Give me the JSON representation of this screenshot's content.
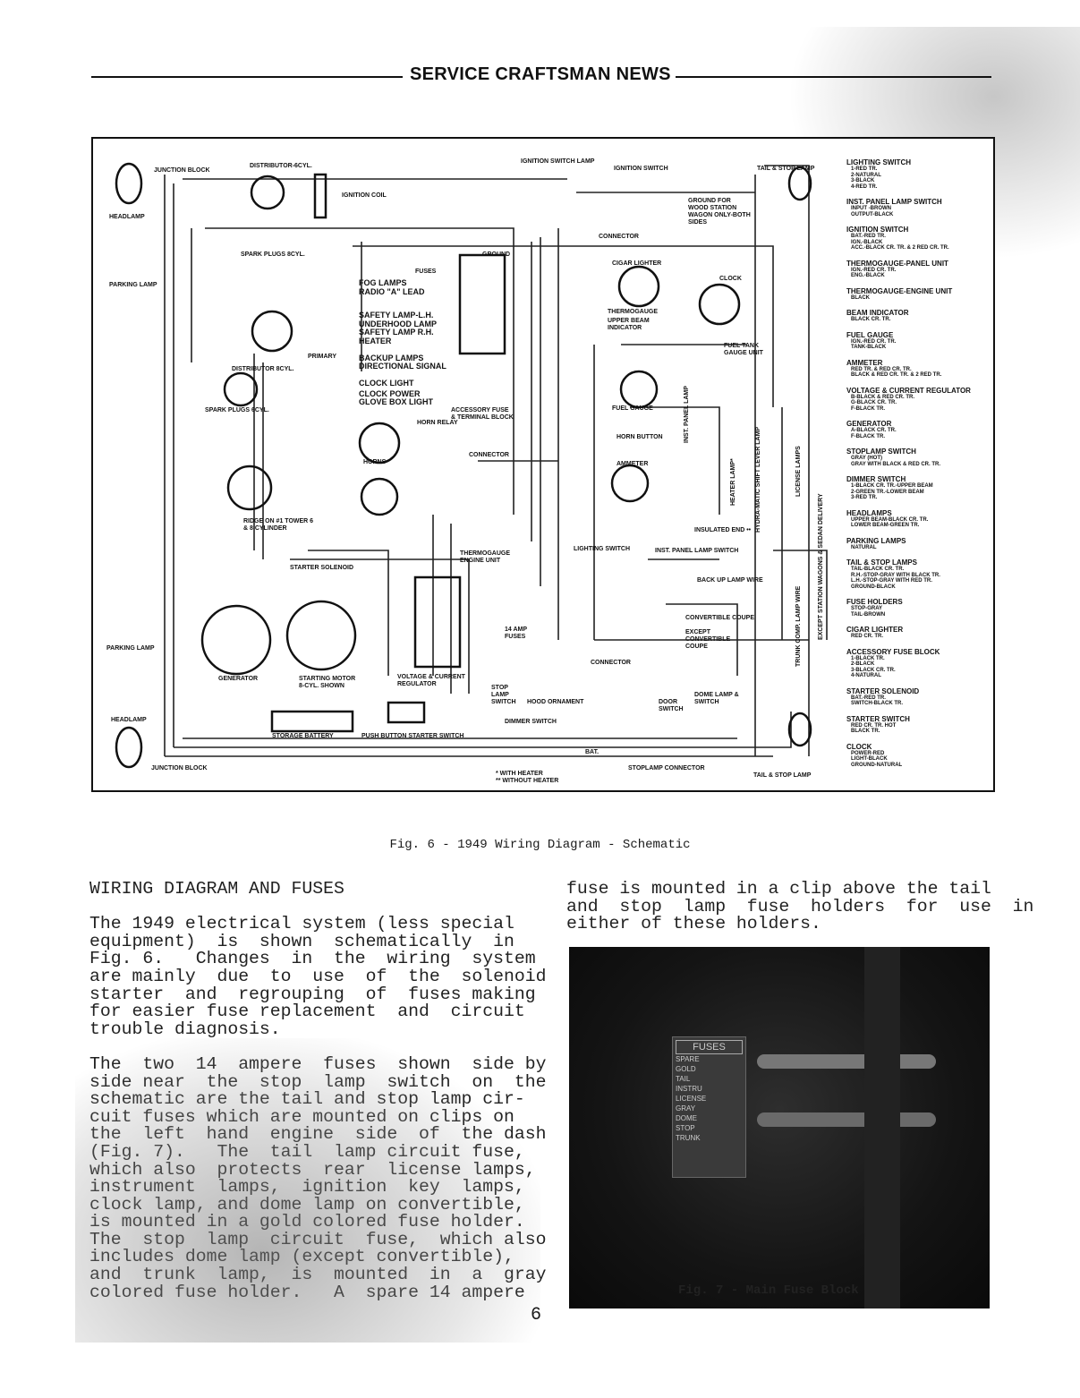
{
  "header": {
    "title": "SERVICE CRAFTSMAN NEWS"
  },
  "diagram": {
    "labels": {
      "junction_block_top": "JUNCTION BLOCK",
      "distributor_6": "DISTRIBUTOR-6CYL.",
      "ignition_coil": "IGNITION COIL",
      "headlamp_top": "HEADLAMP",
      "parking_lamp_top": "PARKING LAMP",
      "spark_plugs_8": "SPARK PLUGS 8CYL.",
      "distributor_8": "DISTRIBUTOR 8CYL.",
      "spark_plugs_6": "SPARK PLUGS 6CYL.",
      "primary": "PRIMARY",
      "ridge": "RIDGE ON #1 TOWER 6 & 8 CYLINDER",
      "ignition_switch_lamp": "IGNITION SWITCH LAMP",
      "ignition_switch": "IGNITION SWITCH",
      "ground_wood": "GROUND FOR WOOD STATION WAGON ONLY-BOTH SIDES",
      "tail_stop_top": "TAIL & STOP LAMP",
      "connector": "CONNECTOR",
      "cigar_lighter": "CIGAR LIGHTER",
      "fuses": "FUSES",
      "ground": "GROUND",
      "fog_lamps": "FOG LAMPS",
      "radio_lead": "RADIO \"A\" LEAD",
      "safety_lh": "SAFETY LAMP-L.H.",
      "underhood": "UNDERHOOD LAMP",
      "safety_rh": "SAFETY LAMP R.H.",
      "heater": "HEATER",
      "backup_lamps": "BACKUP LAMPS",
      "directional": "DIRECTIONAL SIGNAL",
      "clock_light": "CLOCK LIGHT",
      "clock_power": "CLOCK POWER",
      "glove_box": "GLOVE BOX LIGHT",
      "accessory_fuse": "ACCESSORY FUSE & TERMINAL BLOCK",
      "thermogauge": "THERMOGAUGE",
      "upper_beam": "UPPER BEAM INDICATOR",
      "clock": "CLOCK",
      "fuel_tank": "FUEL TANK GAUGE UNIT",
      "fuel_gauge": "FUEL GAUGE",
      "horn_relay": "HORN RELAY",
      "horns": "HORNS",
      "horn_button": "HORN BUTTON",
      "ammeter": "AMMETER",
      "inst_panel": "INST. PANEL LAMP",
      "heater_lamp": "HEATER LAMP*",
      "hydra_matic": "HYDRA-MATIC SHIFT LEVER LAMP",
      "license_lamps": "LICENSE LAMPS",
      "except_wagons": "EXCEPT STATION WAGONS & SEDAN DELIVERY",
      "trunk_lamp_wire": "TRUNK COMP. LAMP WIRE",
      "insulated": "INSULATED END ••",
      "thermogauge_engine": "THERMOGAUGE ENGINE UNIT",
      "lighting_switch": "LIGHTING SWITCH",
      "inst_panel_switch": "INST. PANEL LAMP SWITCH",
      "backup_wire": "BACK UP LAMP WIRE",
      "starter_solenoid": "STARTER SOLENOID",
      "parking_lamp_bottom": "PARKING LAMP",
      "generator": "GENERATOR",
      "starting_motor": "STARTING MOTOR 8-CYL. SHOWN",
      "vcr": "VOLTAGE & CURRENT REGULATOR",
      "fuses_14": "14 AMP FUSES",
      "convertible_coupe": "CONVERTIBLE COUPE",
      "except_conv": "EXCEPT CONVERTIBLE COUPE",
      "connector_bottom": "CONNECTOR",
      "stop_lamp_switch": "STOP LAMP SWITCH",
      "hood_ornament": "HOOD ORNAMENT",
      "door_switch": "DOOR SWITCH",
      "dome_lamp": "DOME LAMP & SWITCH",
      "headlamp_bottom": "HEADLAMP",
      "storage_battery": "STORAGE BATTERY",
      "push_button": "PUSH BUTTON STARTER SWITCH",
      "dimmer_switch": "DIMMER SWITCH",
      "bat": "BAT.",
      "junction_block_bottom": "JUNCTION BLOCK",
      "with_heater": "* WITH HEATER",
      "without_heater": "** WITHOUT HEATER",
      "stoplamp_connector": "STOPLAMP CONNECTOR",
      "tail_stop_bottom": "TAIL & STOP LAMP"
    },
    "legend": [
      {
        "title": "LIGHTING SWITCH",
        "lines": [
          "1-RED TR.",
          "2-NATURAL",
          "3-BLACK",
          "4-RED TR."
        ]
      },
      {
        "title": "INST. PANEL LAMP SWITCH",
        "lines": [
          "INPUT -BROWN",
          "OUTPUT-BLACK"
        ]
      },
      {
        "title": "IGNITION SWITCH",
        "lines": [
          "BAT.-RED TR.",
          "IGN.-BLACK",
          "ACC.-BLACK CR. TR. & 2 RED CR. TR."
        ]
      },
      {
        "title": "THERMOGAUGE-PANEL UNIT",
        "lines": [
          "IGN.-RED CR. TR.",
          "ENG.-BLACK"
        ]
      },
      {
        "title": "THERMOGAUGE-ENGINE UNIT",
        "lines": [
          "BLACK"
        ]
      },
      {
        "title": "BEAM INDICATOR",
        "lines": [
          "BLACK CR. TR."
        ]
      },
      {
        "title": "FUEL GAUGE",
        "lines": [
          "IGN.-RED CR. TR.",
          "TANK-BLACK"
        ]
      },
      {
        "title": "AMMETER",
        "lines": [
          "RED TR. & RED CR. TR.",
          "BLACK & RED CR. TR. & 2 RED TR."
        ]
      },
      {
        "title": "VOLTAGE & CURRENT REGULATOR",
        "lines": [
          "B-BLACK & RED CR. TR.",
          "G-BLACK CR. TR.",
          "F-BLACK TR."
        ]
      },
      {
        "title": "GENERATOR",
        "lines": [
          "A-BLACK CR. TR.",
          "F-BLACK TR."
        ]
      },
      {
        "title": "STOPLAMP SWITCH",
        "lines": [
          "GRAY (HOT)",
          "GRAY WITH BLACK & RED CR. TR."
        ]
      },
      {
        "title": "DIMMER SWITCH",
        "lines": [
          "1-BLACK CR. TR.-UPPER BEAM",
          "2-GREEN TR.-LOWER BEAM",
          "3-RED TR."
        ]
      },
      {
        "title": "HEADLAMPS",
        "lines": [
          "UPPER BEAM-BLACK CR. TR.",
          "LOWER BEAM-GREEN TR."
        ]
      },
      {
        "title": "PARKING LAMPS",
        "lines": [
          "NATURAL"
        ]
      },
      {
        "title": "TAIL & STOP LAMPS",
        "lines": [
          "TAIL-BLACK CR. TR.",
          "R.H.-STOP-GRAY WITH BLACK TR.",
          "L.H.-STOP-GRAY WITH RED TR.",
          "GROUND-BLACK"
        ]
      },
      {
        "title": "FUSE HOLDERS",
        "lines": [
          "STOP-GRAY",
          "TAIL-BROWN"
        ]
      },
      {
        "title": "CIGAR LIGHTER",
        "lines": [
          "RED CR. TR."
        ]
      },
      {
        "title": "ACCESSORY FUSE BLOCK",
        "lines": [
          "1-BLACK TR.",
          "2-BLACK",
          "3-BLACK CR. TR.",
          "4-NATURAL"
        ]
      },
      {
        "title": "STARTER SOLENOID",
        "lines": [
          "BAT.-RED TR.",
          "SWITCH-BLACK TR."
        ]
      },
      {
        "title": "STARTER SWITCH",
        "lines": [
          "RED CR. TR. HOT",
          "BLACK TR."
        ]
      },
      {
        "title": "CLOCK",
        "lines": [
          "POWER-RED",
          "LIGHT-BLACK",
          "GROUND-NATURAL"
        ]
      }
    ],
    "caption": "Fig. 6 - 1949 Wiring Diagram - Schematic"
  },
  "article": {
    "heading": "WIRING DIAGRAM AND FUSES",
    "left_paragraph_1": [
      "The 1949 electrical system (less special",
      "equipment)  is  shown  schematically  in",
      "Fig. 6.   Changes  in  the  wiring  system",
      "are mainly  due  to  use  of  the  solenoid",
      "starter  and  regrouping  of  fuses making",
      "for easier fuse replacement  and  circuit",
      "trouble diagnosis."
    ],
    "left_paragraph_2": [
      "The  two  14  ampere  fuses  shown  side by",
      "side near  the  stop  lamp  switch  on  the",
      "schematic are the tail and stop lamp cir-",
      "cuit fuses which are mounted on clips on",
      "the  left  hand  engine  side  of  the dash",
      "(Fig. 7).   The  tail  lamp circuit fuse,",
      "which also  protects  rear  license lamps,",
      "instrument  lamps,  ignition  key  lamps,",
      "clock lamp, and dome lamp on convertible,",
      "is mounted in a gold colored fuse holder.",
      "The  stop  lamp  circuit  fuse,  which also",
      "includes dome lamp (except convertible),",
      "and  trunk  lamp,  is  mounted  in  a  gray",
      "colored fuse holder.   A  spare 14 ampere"
    ],
    "right_paragraph": [
      "fuse is mounted in a clip above the tail",
      "and  stop  lamp  fuse  holders  for  use  in",
      "either of these holders."
    ]
  },
  "photo": {
    "fuse_label": [
      "FUSES",
      "SPARE",
      "GOLD",
      "TAIL",
      "INSTRU",
      "LICENSE",
      "GRAY",
      "DOME",
      "STOP",
      "TRUNK"
    ],
    "caption": "Fig. 7 - Main Fuse Block"
  },
  "page_number": "6"
}
